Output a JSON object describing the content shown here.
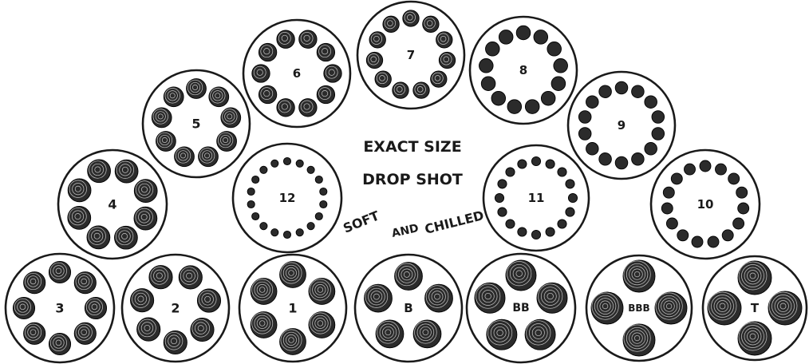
{
  "title": {
    "line1": "EXACT SIZE",
    "line2": "DROP SHOT",
    "soft": "SOFT",
    "and": "AND",
    "chilled": "CHILLED"
  },
  "shot_sizes": [
    {
      "label": "12",
      "pellets": 18
    },
    {
      "label": "11",
      "pellets": 16
    },
    {
      "label": "10",
      "pellets": 15
    },
    {
      "label": "9",
      "pellets": 14
    },
    {
      "label": "8",
      "pellets": 13
    },
    {
      "label": "7",
      "pellets": 11
    },
    {
      "label": "6",
      "pellets": 10
    },
    {
      "label": "5",
      "pellets": 9
    },
    {
      "label": "4",
      "pellets": 8
    },
    {
      "label": "3",
      "pellets": 8
    },
    {
      "label": "2",
      "pellets": 7
    },
    {
      "label": "1",
      "pellets": 6
    },
    {
      "label": "B",
      "pellets": 5
    },
    {
      "label": "BB",
      "pellets": 5
    },
    {
      "label": "BBB",
      "pellets": 4
    },
    {
      "label": "T",
      "pellets": 4
    }
  ]
}
